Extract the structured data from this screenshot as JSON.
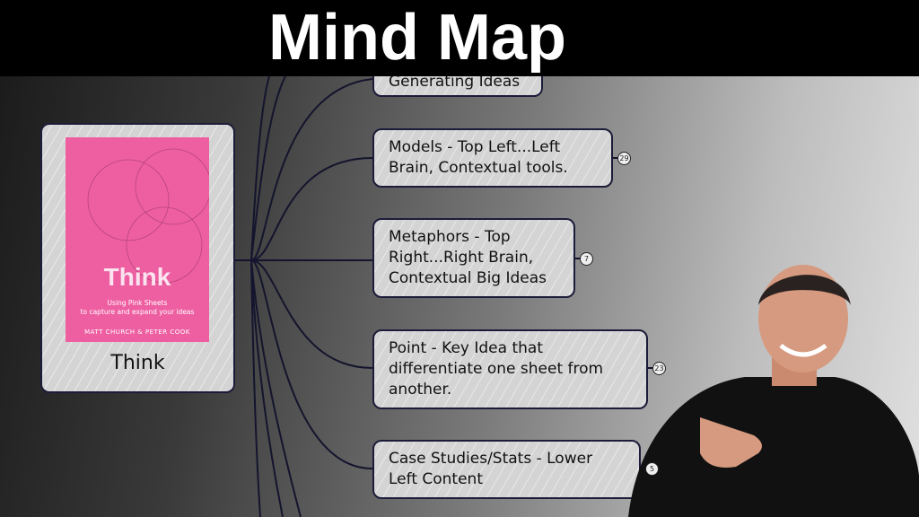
{
  "header": {
    "title": "Mind Map"
  },
  "central_node": {
    "label": "Think",
    "book": {
      "title": "Think",
      "subtitle_line1": "Using Pink Sheets",
      "subtitle_line2": "to capture and expand your ideas",
      "authors": "MATT CHURCH & PETER COOK"
    }
  },
  "nodes": [
    {
      "label": "Generating Ideas"
    },
    {
      "label": "Models - Top Left...Left Brain, Contextual tools.",
      "badge": "29"
    },
    {
      "label": "Metaphors - Top Right...Right Brain, Contextual Big Ideas",
      "badge": "7"
    },
    {
      "label": "Point - Key Idea that differentiate one sheet from another.",
      "badge": "23"
    },
    {
      "label": "Case Studies/Stats - Lower Left Content",
      "badge": "5"
    }
  ]
}
